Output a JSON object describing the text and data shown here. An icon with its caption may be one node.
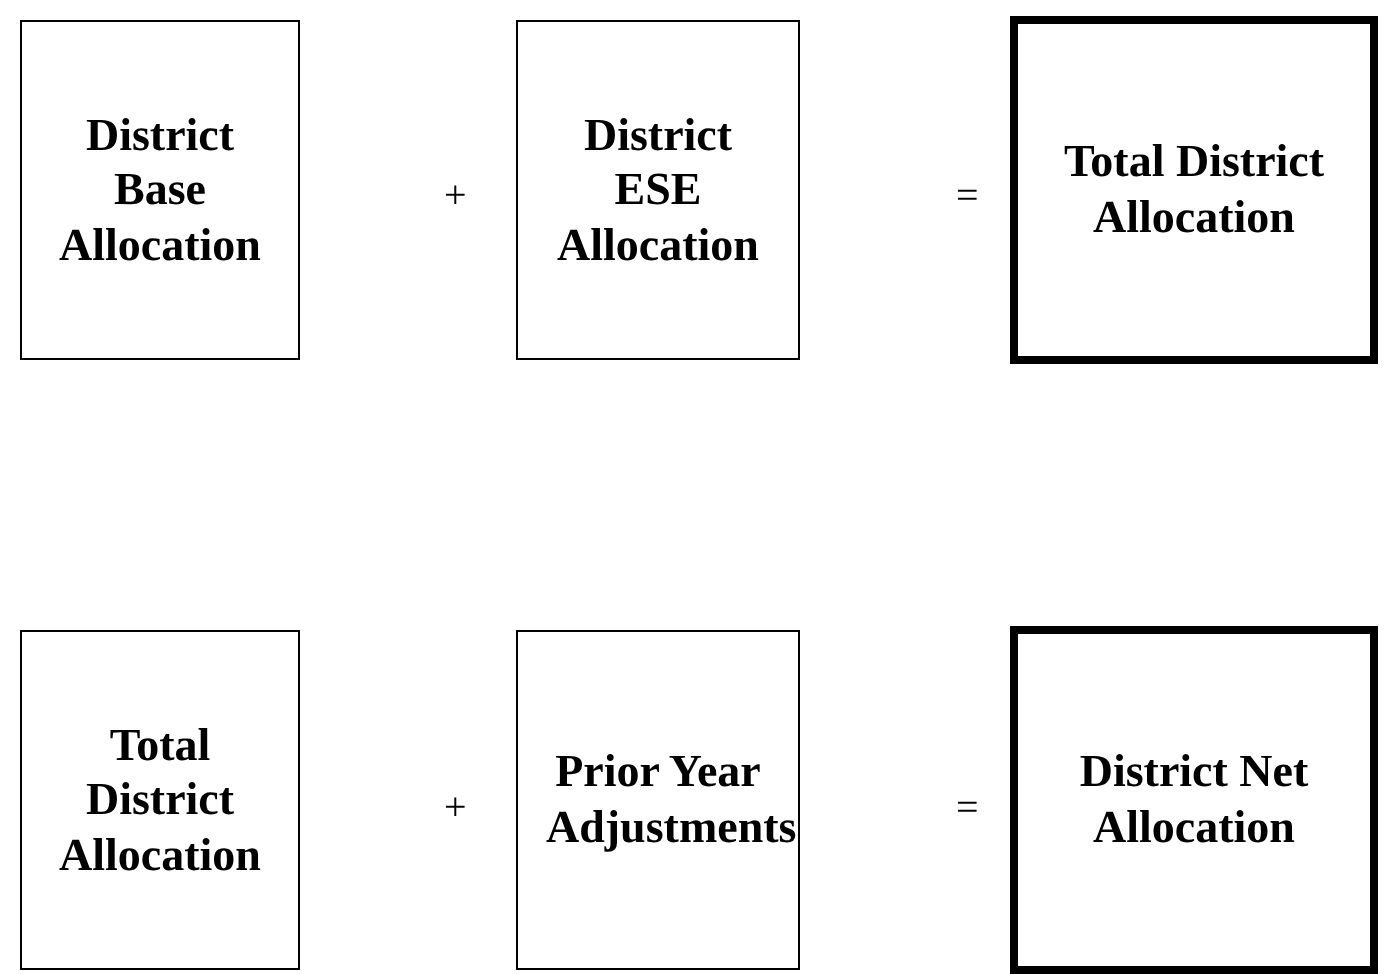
{
  "diagram": {
    "nodes": [
      {
        "text": [
          "District Base Allocation"
        ]
      },
      {
        "text": [
          "District ESE Allocation"
        ]
      },
      {
        "text": [
          "Total District Allocation"
        ]
      },
      {
        "text": [
          "Total District Allocation"
        ]
      },
      {
        "text": [
          "Prior Year Adjustments"
        ]
      },
      {
        "text": [
          "District Net Allocation"
        ]
      }
    ],
    "edges": [],
    "labels": [
      "+",
      "=",
      "+",
      "="
    ]
  }
}
